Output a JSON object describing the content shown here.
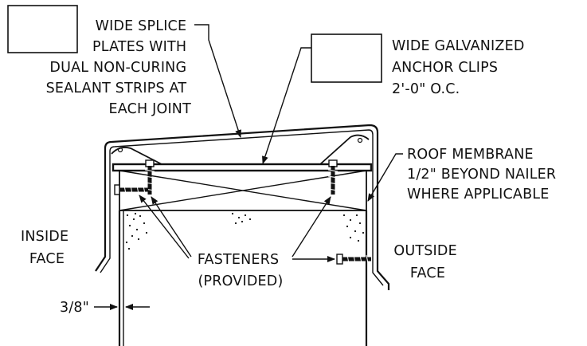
{
  "labels": {
    "splice": [
      "WIDE SPLICE",
      "PLATES WITH",
      "DUAL NON-CURING",
      "SEALANT STRIPS AT",
      "EACH JOINT"
    ],
    "clips": [
      "WIDE GALVANIZED",
      "ANCHOR CLIPS",
      "2'-0\" O.C."
    ],
    "membrane": [
      "ROOF MEMBRANE",
      "1/2\" BEYOND NAILER",
      "WHERE APPLICABLE"
    ],
    "inside": [
      "INSIDE",
      "FACE"
    ],
    "outside": [
      "OUTSIDE",
      "FACE"
    ],
    "fasteners": [
      "FASTENERS",
      "(PROVIDED)"
    ],
    "dimension": "3/8\""
  },
  "colors": {
    "line": "#111111",
    "background": "#ffffff"
  }
}
